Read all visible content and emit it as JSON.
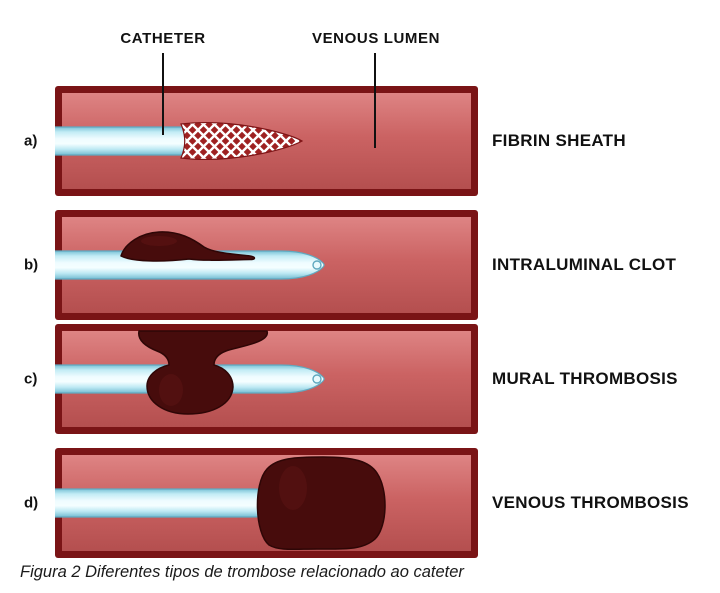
{
  "header": {
    "catheter_label": "CATHETER",
    "venous_lumen_label": "VENOUS LUMEN"
  },
  "panels": [
    {
      "letter": "a)",
      "label": "FIBRIN SHEATH"
    },
    {
      "letter": "b)",
      "label": "INTRALUMINAL CLOT"
    },
    {
      "letter": "c)",
      "label": "MURAL THROMBOSIS"
    },
    {
      "letter": "d)",
      "label": "VENOUS THROMBOSIS"
    }
  ],
  "caption": "Figura 2 Diferentes tipos de trombose relacionado ao cateter",
  "colors": {
    "vein_border": "#7a1416",
    "lumen_fill": "#cb6363",
    "catheter_fill": "#cfeff7",
    "clot_fill": "#470c0c",
    "fibrin_mesh": "#ffffff"
  }
}
